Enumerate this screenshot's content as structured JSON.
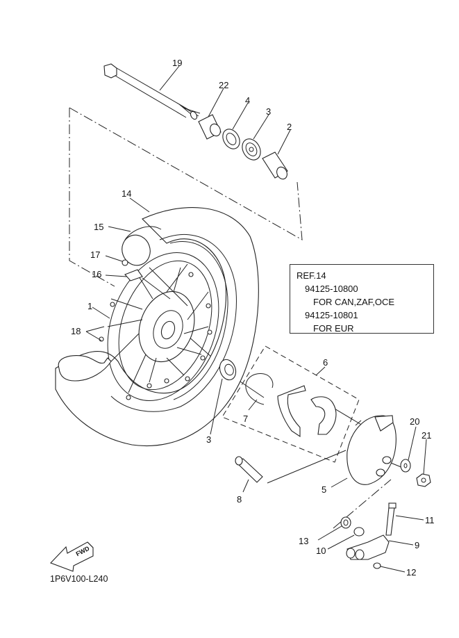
{
  "diagram": {
    "title": "Front wheel exploded parts diagram",
    "code": "1P6V100-L240",
    "fwd_label": "FWD",
    "ref_box": {
      "title": "REF.14",
      "lines": [
        "94125-10800",
        "FOR CAN,ZAF,OCE",
        "94125-10801",
        "FOR EUR"
      ]
    },
    "callouts": [
      {
        "id": "c19",
        "num": "19",
        "part": "axle-bolt"
      },
      {
        "id": "c22",
        "num": "22",
        "part": "collar"
      },
      {
        "id": "c4",
        "num": "4",
        "part": "oil-seal"
      },
      {
        "id": "c3a",
        "num": "3",
        "part": "bearing-upper"
      },
      {
        "id": "c2",
        "num": "2",
        "part": "spacer"
      },
      {
        "id": "c14",
        "num": "14",
        "part": "tire"
      },
      {
        "id": "c15",
        "num": "15",
        "part": "tube"
      },
      {
        "id": "c17",
        "num": "17",
        "part": "valve-nut"
      },
      {
        "id": "c16",
        "num": "16",
        "part": "rim-band"
      },
      {
        "id": "c1",
        "num": "1",
        "part": "wheel-rim"
      },
      {
        "id": "c18",
        "num": "18",
        "part": "spokes"
      },
      {
        "id": "c6",
        "num": "6",
        "part": "brake-shoe-kit"
      },
      {
        "id": "c7",
        "num": "7",
        "part": "spring"
      },
      {
        "id": "c3b",
        "num": "3",
        "part": "bearing-lower"
      },
      {
        "id": "c20",
        "num": "20",
        "part": "washer"
      },
      {
        "id": "c21",
        "num": "21",
        "part": "nut"
      },
      {
        "id": "c8",
        "num": "8",
        "part": "camshaft"
      },
      {
        "id": "c5",
        "num": "5",
        "part": "brake-shoe-plate"
      },
      {
        "id": "c11",
        "num": "11",
        "part": "bolt"
      },
      {
        "id": "c9",
        "num": "9",
        "part": "camshaft-lever"
      },
      {
        "id": "c13",
        "num": "13",
        "part": "oil-seal-small"
      },
      {
        "id": "c10",
        "num": "10",
        "part": "indicator-plate"
      },
      {
        "id": "c12",
        "num": "12",
        "part": "lever-nut"
      }
    ]
  }
}
